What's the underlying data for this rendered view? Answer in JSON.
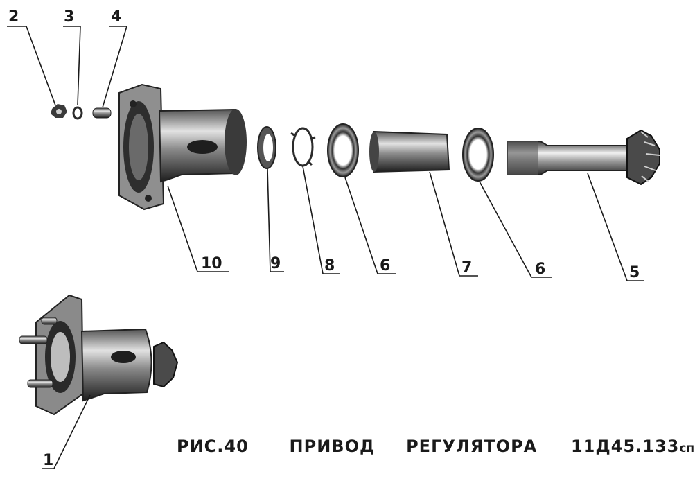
{
  "callouts": {
    "c1": "1",
    "c2": "2",
    "c3": "3",
    "c4": "4",
    "c5": "5",
    "c6a": "6",
    "c6b": "6",
    "c7": "7",
    "c8": "8",
    "c9": "9",
    "c10": "10"
  },
  "caption": {
    "figure": "РИС.40",
    "title_part1": "ПРИВОД",
    "title_part2": "РЕГУЛЯТОРА",
    "code": "11Д45.133",
    "code_suffix": "спч"
  },
  "colors": {
    "ink": "#1a1a1a",
    "metal_dark": "#2b2b2b",
    "metal_mid": "#6d6d6d",
    "metal_light": "#bdbdbd",
    "paper": "#ffffff"
  }
}
